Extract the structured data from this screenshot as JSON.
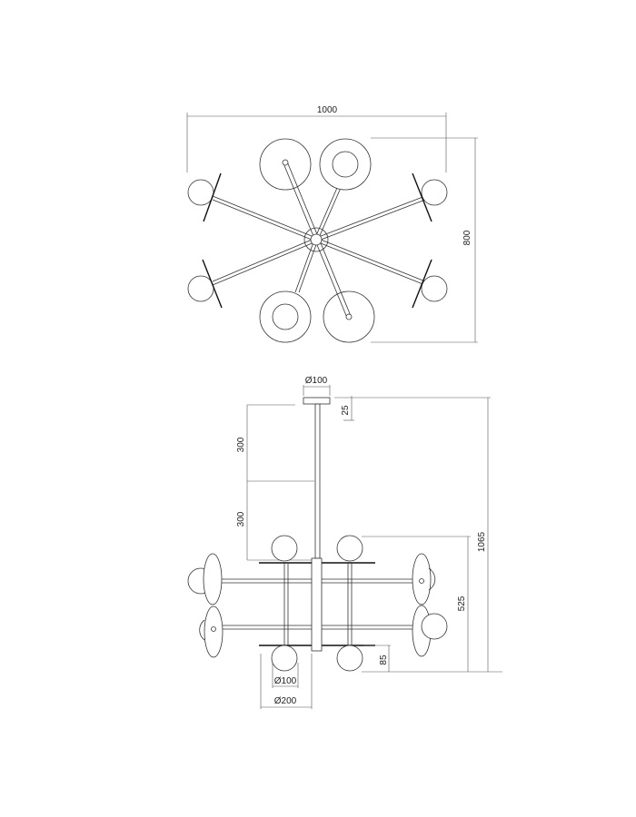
{
  "top_view": {
    "width_label": "1000",
    "depth_label": "800"
  },
  "side_view": {
    "canopy_diameter_label": "Ø100",
    "canopy_height_label": "25",
    "rod_segment_1_label": "300",
    "rod_segment_2_label": "300",
    "total_height_label": "1065",
    "body_height_label": "525",
    "globe_drop_label": "85",
    "globe_diameter_label": "Ø100",
    "disc_diameter_label": "Ø200"
  }
}
